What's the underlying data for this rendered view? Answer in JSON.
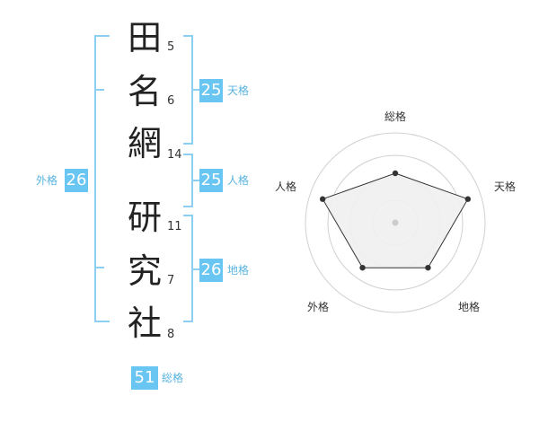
{
  "name": {
    "chars": [
      {
        "char": "田",
        "strokes": "5"
      },
      {
        "char": "名",
        "strokes": "6"
      },
      {
        "char": "網",
        "strokes": "14"
      },
      {
        "char": "研",
        "strokes": "11"
      },
      {
        "char": "究",
        "strokes": "7"
      },
      {
        "char": "社",
        "strokes": "8"
      }
    ]
  },
  "fortune": {
    "tenkaku": {
      "value": "25",
      "label": "天格"
    },
    "jinkaku": {
      "value": "25",
      "label": "人格"
    },
    "chikaku": {
      "value": "26",
      "label": "地格"
    },
    "gaikaku": {
      "value": "26",
      "label": "外格"
    },
    "soukaku": {
      "value": "51",
      "label": "総格"
    }
  },
  "colors": {
    "accent": "#69c5f2",
    "bracket": "#8ccff2"
  },
  "chart_data": {
    "type": "radar",
    "axes": [
      "総格",
      "天格",
      "地格",
      "外格",
      "人格"
    ],
    "values": [
      0.55,
      0.85,
      0.62,
      0.62,
      0.85
    ],
    "range": [
      0,
      1
    ],
    "rings": 4
  }
}
